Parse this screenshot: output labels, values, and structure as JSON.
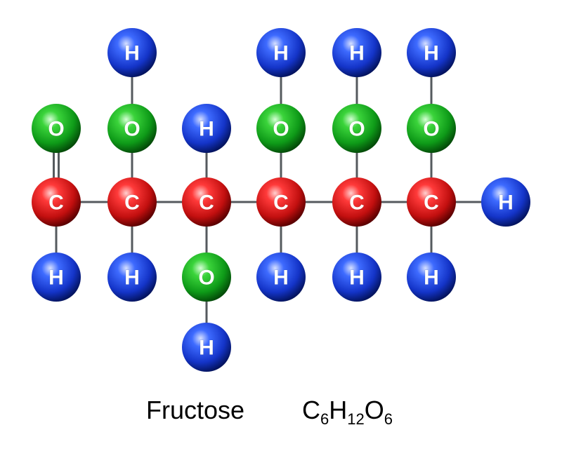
{
  "colors": {
    "carbon": "#d01818",
    "oxygen": "#11a51d",
    "hydrogen": "#1a3fd6",
    "bond": "#555a5e",
    "background": "#ffffff"
  },
  "atoms": [
    {
      "id": "o1",
      "el": "O",
      "label": "O"
    },
    {
      "id": "c1",
      "el": "C",
      "label": "C"
    },
    {
      "id": "h1",
      "el": "H",
      "label": "H"
    },
    {
      "id": "h2",
      "el": "H",
      "label": "H"
    },
    {
      "id": "o2",
      "el": "O",
      "label": "O"
    },
    {
      "id": "c2",
      "el": "C",
      "label": "C"
    },
    {
      "id": "h3",
      "el": "H",
      "label": "H"
    },
    {
      "id": "h4",
      "el": "H",
      "label": "H"
    },
    {
      "id": "c3",
      "el": "C",
      "label": "C"
    },
    {
      "id": "o3",
      "el": "O",
      "label": "O"
    },
    {
      "id": "h5",
      "el": "H",
      "label": "H"
    },
    {
      "id": "h6",
      "el": "H",
      "label": "H"
    },
    {
      "id": "o4",
      "el": "O",
      "label": "O"
    },
    {
      "id": "c4",
      "el": "C",
      "label": "C"
    },
    {
      "id": "h7",
      "el": "H",
      "label": "H"
    },
    {
      "id": "h8",
      "el": "H",
      "label": "H"
    },
    {
      "id": "o5",
      "el": "O",
      "label": "O"
    },
    {
      "id": "c5",
      "el": "C",
      "label": "C"
    },
    {
      "id": "h9",
      "el": "H",
      "label": "H"
    },
    {
      "id": "h10",
      "el": "H",
      "label": "H"
    },
    {
      "id": "o6",
      "el": "O",
      "label": "O"
    },
    {
      "id": "c6",
      "el": "C",
      "label": "C"
    },
    {
      "id": "h11",
      "el": "H",
      "label": "H"
    },
    {
      "id": "h12",
      "el": "H",
      "label": "H"
    }
  ],
  "bonds": [
    {
      "from": "o1",
      "to": "c1",
      "order": 2
    },
    {
      "from": "c1",
      "to": "h1",
      "order": 1
    },
    {
      "from": "c1",
      "to": "c2",
      "order": 1
    },
    {
      "from": "h2",
      "to": "o2",
      "order": 1
    },
    {
      "from": "o2",
      "to": "c2",
      "order": 1
    },
    {
      "from": "c2",
      "to": "h3",
      "order": 1
    },
    {
      "from": "c2",
      "to": "c3",
      "order": 1
    },
    {
      "from": "h4",
      "to": "c3",
      "order": 1
    },
    {
      "from": "c3",
      "to": "o3",
      "order": 1
    },
    {
      "from": "o3",
      "to": "h5",
      "order": 1
    },
    {
      "from": "c3",
      "to": "c4",
      "order": 1
    },
    {
      "from": "h6",
      "to": "o4",
      "order": 1
    },
    {
      "from": "o4",
      "to": "c4",
      "order": 1
    },
    {
      "from": "c4",
      "to": "h7",
      "order": 1
    },
    {
      "from": "c4",
      "to": "c5",
      "order": 1
    },
    {
      "from": "h8",
      "to": "o5",
      "order": 1
    },
    {
      "from": "o5",
      "to": "c5",
      "order": 1
    },
    {
      "from": "c5",
      "to": "h9",
      "order": 1
    },
    {
      "from": "c5",
      "to": "c6",
      "order": 1
    },
    {
      "from": "h10",
      "to": "o6",
      "order": 1
    },
    {
      "from": "o6",
      "to": "c6",
      "order": 1
    },
    {
      "from": "c6",
      "to": "h11",
      "order": 1
    },
    {
      "from": "c6",
      "to": "h12",
      "order": 1
    }
  ],
  "caption": {
    "name": "Fructose",
    "formula_c": "C",
    "formula_c_count": "6",
    "formula_h": "H",
    "formula_h_count": "12",
    "formula_o": "O",
    "formula_o_count": "6"
  }
}
